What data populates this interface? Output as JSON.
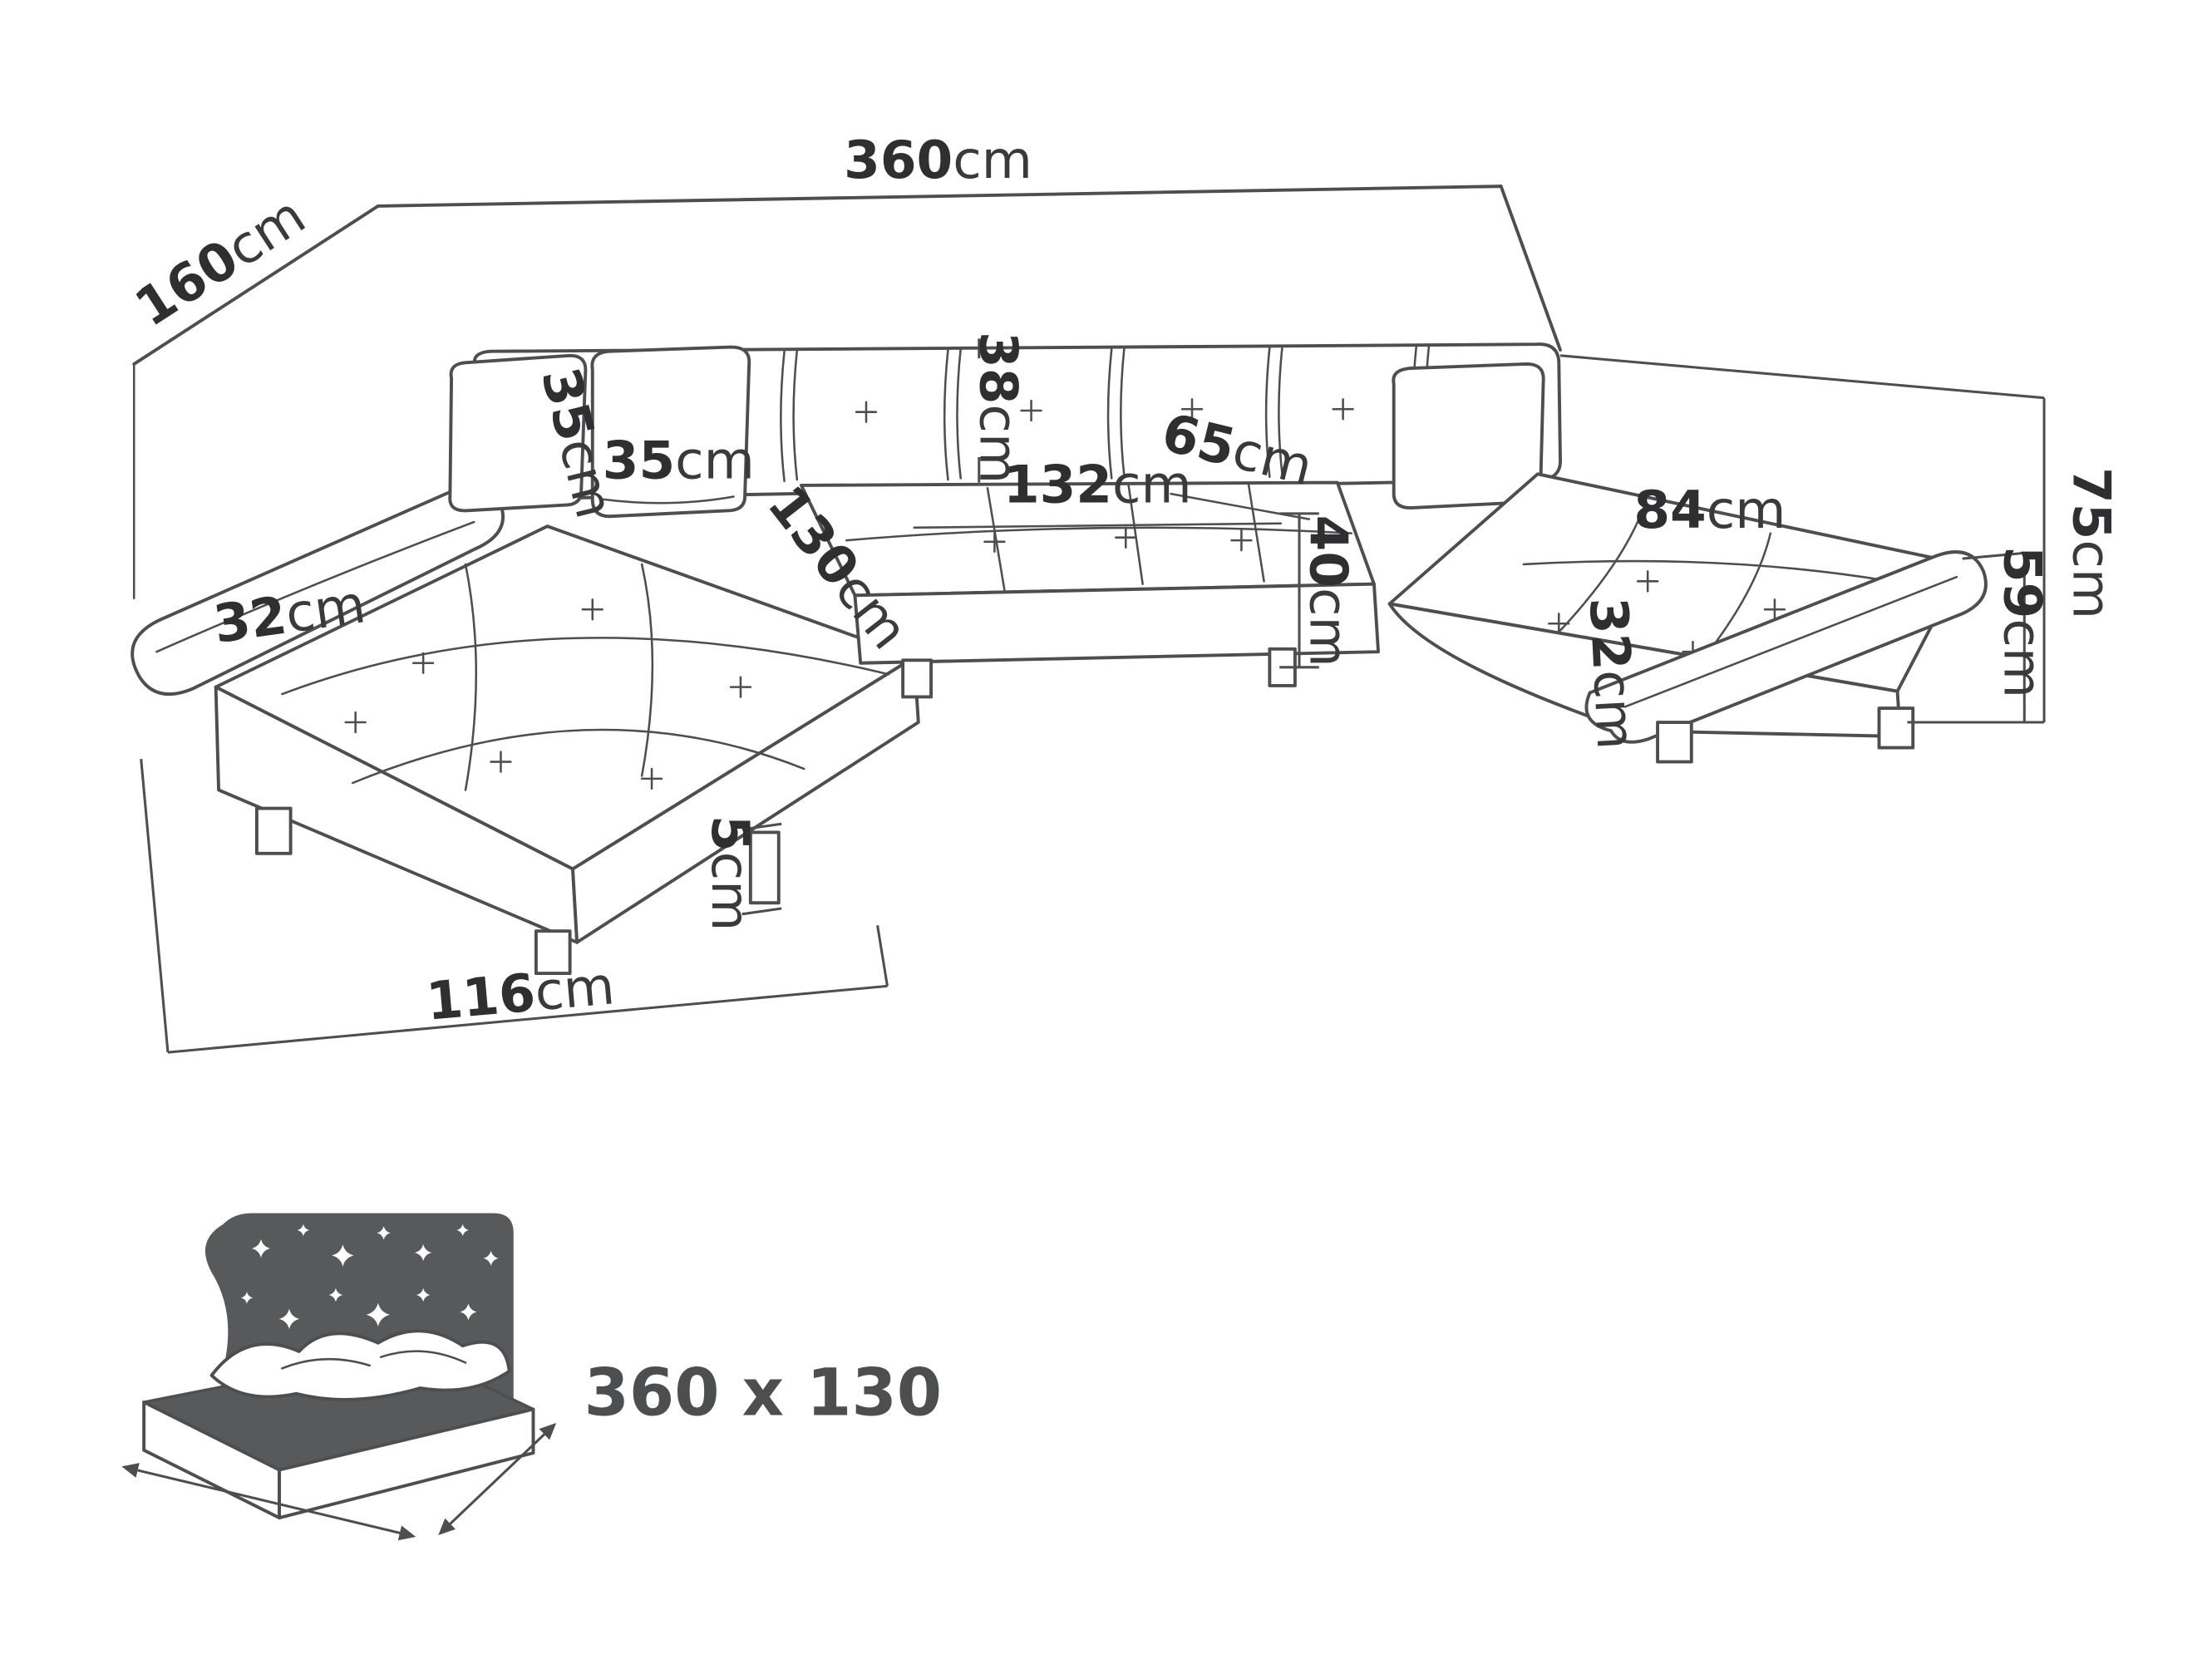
{
  "meta": {
    "type": "sofa-dimension-diagram",
    "view": "perspective-line-drawing"
  },
  "colors": {
    "background": "#ffffff",
    "line": "#4d4e50",
    "text": "#2f2f31",
    "icon_fill": "#58595b"
  },
  "dimensions": {
    "total_width": {
      "value": "360",
      "unit": "cm"
    },
    "total_depth": {
      "value": "160",
      "unit": "cm"
    },
    "pillow_height": {
      "value": "35",
      "unit": "cm"
    },
    "pillow_width": {
      "value": "35",
      "unit": "cm"
    },
    "backrest_height": {
      "value": "38",
      "unit": "cm"
    },
    "seat_depth": {
      "value": "65",
      "unit": "cm"
    },
    "middle_seat_width": {
      "value": "132",
      "unit": "cm"
    },
    "seat_height": {
      "value": "40",
      "unit": "cm"
    },
    "right_seat_width": {
      "value": "84",
      "unit": "cm"
    },
    "left_chaise_length": {
      "value": "130",
      "unit": "cm"
    },
    "left_armrest_width": {
      "value": "32",
      "unit": "cm"
    },
    "right_armrest_width": {
      "value": "32",
      "unit": "cm"
    },
    "total_height": {
      "value": "75",
      "unit": "cm"
    },
    "armrest_height": {
      "value": "59",
      "unit": "cm"
    },
    "leg_height": {
      "value": "5",
      "unit": "cm"
    },
    "left_chaise_width": {
      "value": "116",
      "unit": "cm"
    }
  },
  "sleeping_function": {
    "bed_size": "360 x 130"
  }
}
